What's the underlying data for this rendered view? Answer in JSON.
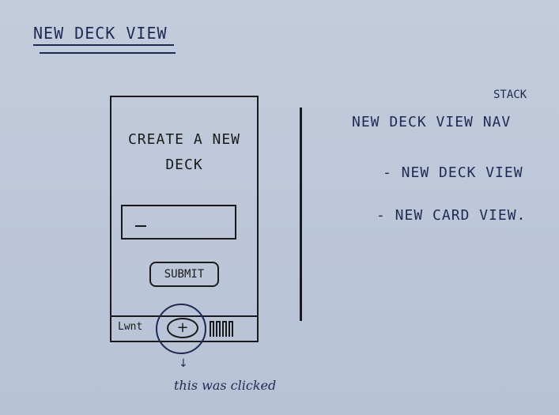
{
  "sketch_title": "NEW DECK VIEW",
  "phone": {
    "screen_title": "CREATE A NEW DECK",
    "input_placeholder": "",
    "submit_label": "SUBMIT",
    "tabbar": {
      "left_label": "Lwnt",
      "center_label": "+",
      "right_icon": "bars-icon"
    }
  },
  "annotation_note": "this was clicked",
  "right_notes": {
    "stack_label": "STACK",
    "nav_label": "NEW DECK VIEW NAV",
    "items": [
      "- NEW DECK VIEW",
      "- NEW CARD VIEW."
    ]
  }
}
